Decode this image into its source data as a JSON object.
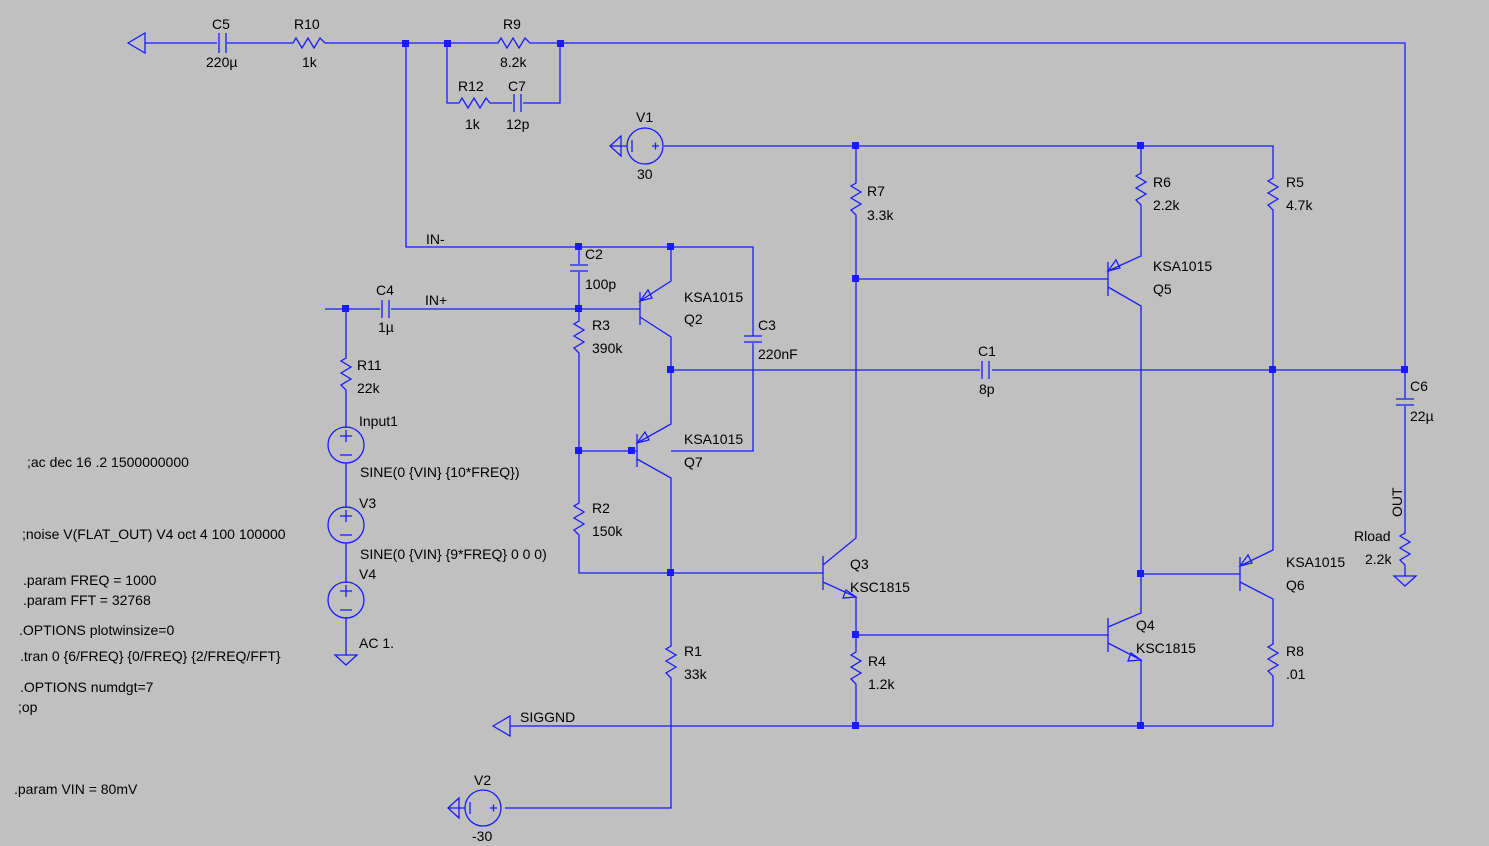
{
  "components": {
    "C5": {
      "name": "C5",
      "value": "220µ"
    },
    "R10": {
      "name": "R10",
      "value": "1k"
    },
    "R9": {
      "name": "R9",
      "value": "8.2k"
    },
    "R12": {
      "name": "R12",
      "value": "1k"
    },
    "C7": {
      "name": "C7",
      "value": "12p"
    },
    "V1": {
      "name": "V1",
      "value": "30"
    },
    "R7": {
      "name": "R7",
      "value": "3.3k"
    },
    "R6": {
      "name": "R6",
      "value": "2.2k"
    },
    "R5": {
      "name": "R5",
      "value": "4.7k"
    },
    "C2": {
      "name": "C2",
      "value": "100p"
    },
    "C4": {
      "name": "C4",
      "value": "1µ"
    },
    "Q2": {
      "name": "Q2",
      "value": "KSA1015"
    },
    "Q5": {
      "name": "Q5",
      "value": "KSA1015"
    },
    "R3": {
      "name": "R3",
      "value": "390k"
    },
    "C3": {
      "name": "C3",
      "value": "220nF"
    },
    "C1": {
      "name": "C1",
      "value": "8p"
    },
    "C6": {
      "name": "C6",
      "value": "22µ"
    },
    "R11": {
      "name": "R11",
      "value": "22k"
    },
    "Input1": {
      "name": "Input1",
      "value": "SINE(0 {VIN} {10*FREQ})"
    },
    "Q7": {
      "name": "Q7",
      "value": "KSA1015"
    },
    "V3": {
      "name": "V3",
      "value": "SINE(0 {VIN} {9*FREQ} 0 0 0)"
    },
    "R2": {
      "name": "R2",
      "value": "150k"
    },
    "V4": {
      "name": "V4",
      "value": "AC 1."
    },
    "Q3": {
      "name": "Q3",
      "value": "KSC1815"
    },
    "Q6": {
      "name": "Q6",
      "value": "KSA1015"
    },
    "Rload": {
      "name": "Rload",
      "value": "2.2k"
    },
    "Q4": {
      "name": "Q4",
      "value": "KSC1815"
    },
    "R1": {
      "name": "R1",
      "value": "33k"
    },
    "R4": {
      "name": "R4",
      "value": "1.2k"
    },
    "R8": {
      "name": "R8",
      "value": ".01"
    },
    "V2": {
      "name": "V2",
      "value": "-30"
    }
  },
  "nets": {
    "in_minus": "IN-",
    "in_plus": "IN+",
    "out": "OUT",
    "siggnd": "SIGGND"
  },
  "directives": [
    ";ac dec 16 .2 1500000000",
    ";noise V(FLAT_OUT) V4 oct 4 100 100000",
    ".param FREQ = 1000",
    ".param FFT = 32768",
    ".OPTIONS plotwinsize=0",
    ".tran 0 {6/FREQ} {0/FREQ} {2/FREQ/FFT}",
    ".OPTIONS numdgt=7",
    ";op",
    ".param VIN = 80mV"
  ],
  "colors": {
    "background": "#c0c0c0",
    "wire": "#1a1aff",
    "text": "#000000"
  }
}
